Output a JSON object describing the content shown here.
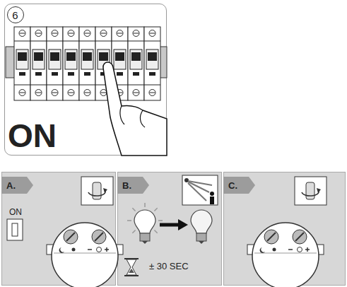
{
  "diagram": {
    "nodes": [
      {
        "text": [
          "ON"
        ]
      },
      {
        "text": [
          "6"
        ],
        "in": 0
      },
      {
        "text": [
          "A.",
          "ON"
        ]
      },
      {
        "text": [
          "B.",
          "± 30 SEC"
        ]
      },
      {
        "text": [
          "C."
        ]
      }
    ]
  }
}
